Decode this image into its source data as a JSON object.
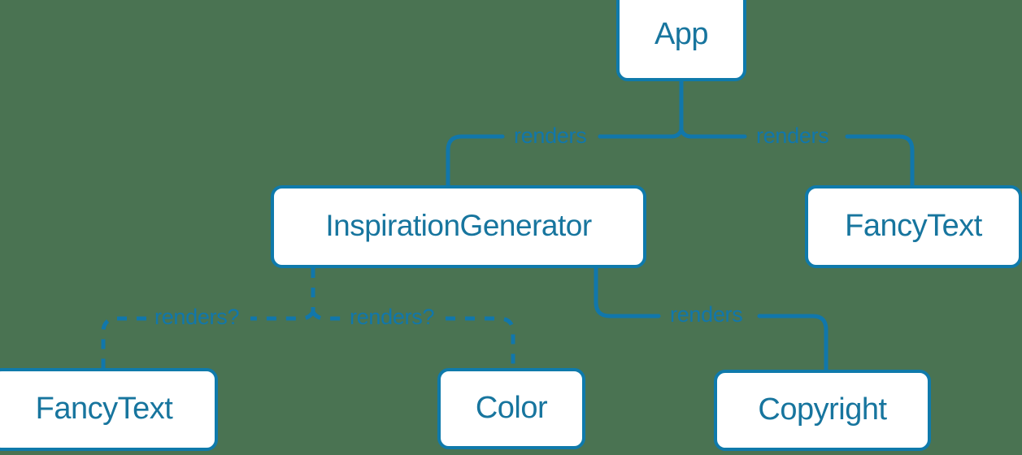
{
  "diagram": {
    "type": "component-tree",
    "background_color": "#4a7352",
    "node_fill": "#ffffff",
    "node_border_color": "#0f7aab",
    "node_text_color": "#17759e",
    "edge_color": "#1177ab",
    "label_color": "#1177ab",
    "nodes": [
      {
        "id": "app",
        "label": "App"
      },
      {
        "id": "insp",
        "label": "InspirationGenerator"
      },
      {
        "id": "fancy_right",
        "label": "FancyText"
      },
      {
        "id": "fancy_bottom",
        "label": "FancyText"
      },
      {
        "id": "color",
        "label": "Color"
      },
      {
        "id": "copyright",
        "label": "Copyright"
      }
    ],
    "edges": [
      {
        "from": "app",
        "to": "insp",
        "label": "renders",
        "style": "solid"
      },
      {
        "from": "app",
        "to": "fancy_right",
        "label": "renders",
        "style": "solid"
      },
      {
        "from": "insp",
        "to": "fancy_bottom",
        "label": "renders?",
        "style": "dashed"
      },
      {
        "from": "insp",
        "to": "color",
        "label": "renders?",
        "style": "dashed"
      },
      {
        "from": "insp",
        "to": "copyright",
        "label": "renders",
        "style": "solid"
      }
    ],
    "labels": {
      "renders": "renders",
      "renders_uncertain": "renders?"
    }
  }
}
